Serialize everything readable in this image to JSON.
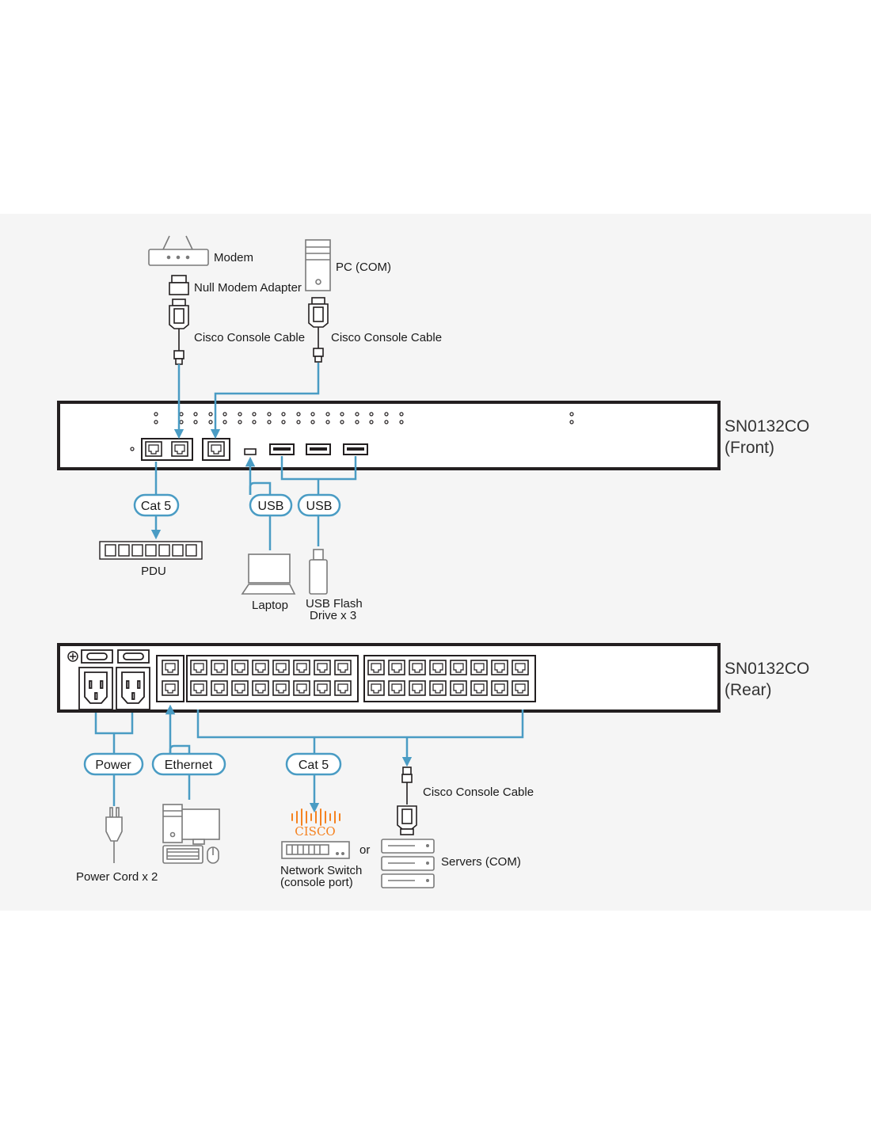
{
  "colors": {
    "accent": "#4a9cc4",
    "panel": "#231f20",
    "icon": "#7a7a7a",
    "cisco": "#f58220"
  },
  "front": {
    "model": "SN0132CO",
    "side": "(Front)",
    "devices": {
      "modem": "Modem",
      "null_modem": "Null Modem Adapter",
      "console_cable_left": "Cisco Console Cable",
      "pc": "PC (COM)",
      "console_cable_right": "Cisco Console Cable",
      "pdu": "PDU",
      "laptop": "Laptop",
      "usb_flash_1": "USB Flash",
      "usb_flash_2": "Drive x 3"
    },
    "pills": {
      "cat5": "Cat 5",
      "usb1": "USB",
      "usb2": "USB"
    }
  },
  "rear": {
    "model": "SN0132CO",
    "side": "(Rear)",
    "devices": {
      "power_cord": "Power Cord x 2",
      "cisco_logo": "CISCO",
      "or": "or",
      "network_switch_1": "Network Switch",
      "network_switch_2": "(console port)",
      "console_cable": "Cisco Console Cable",
      "servers": "Servers (COM)"
    },
    "pills": {
      "power": "Power",
      "ethernet": "Ethernet",
      "cat5": "Cat 5"
    }
  }
}
